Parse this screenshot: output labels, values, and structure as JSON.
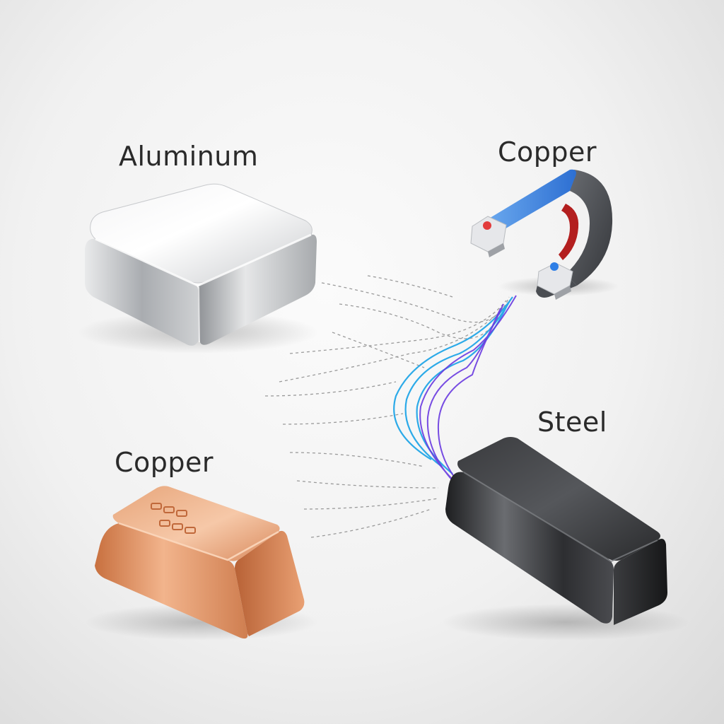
{
  "labels": {
    "aluminum": "Aluminum",
    "copper_magnet": "Copper",
    "copper_bar": "Copper",
    "steel": "Steel"
  },
  "objects": [
    {
      "name": "aluminum-block",
      "material": "aluminum"
    },
    {
      "name": "horseshoe-magnet",
      "poles": [
        "red",
        "blue"
      ]
    },
    {
      "name": "copper-ingot",
      "material": "copper"
    },
    {
      "name": "steel-bar",
      "material": "steel"
    }
  ],
  "colors": {
    "background": "#f1f1f1",
    "label_text": "#2a2a2a",
    "magnet_blue": "#3f86e0",
    "magnet_gray": "#4a4d52",
    "pole_red": "#e23b3b",
    "pole_blue": "#2f7fe6",
    "copper": "#e69a6b",
    "steel": "#2f3033",
    "field_blue": "#22a6e8",
    "field_violet": "#6a3ae0",
    "field_gray": "#8a8a8a"
  }
}
